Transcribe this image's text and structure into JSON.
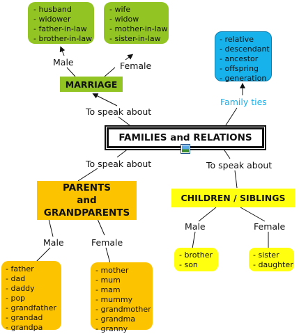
{
  "center_title": "FAMILIES and RELATIONS",
  "marriage": {
    "title": "MARRIAGE",
    "male_label": "Male",
    "female_label": "Female",
    "male_terms": [
      "husband",
      "widower",
      "father-in-law",
      "brother-in-law"
    ],
    "female_terms": [
      "wife",
      "widow",
      "mother-in-law",
      "sister-in-law"
    ]
  },
  "family_ties": {
    "label": "Family ties",
    "terms": [
      "relative",
      "descendant",
      "ancestor",
      "offspring",
      "generation"
    ]
  },
  "parents": {
    "title_line1": "PARENTS",
    "title_line2": "and",
    "title_line3": "GRANDPARENTS",
    "male_label": "Male",
    "female_label": "Female",
    "male_terms": [
      "father",
      "dad",
      "daddy",
      "pop",
      "grandfather",
      "grandad",
      "grandpa"
    ],
    "female_terms": [
      "mother",
      "mum",
      "mam",
      "mummy",
      "grandmother",
      "grandma",
      "granny"
    ]
  },
  "children": {
    "title": "CHILDREN / SIBLINGS",
    "male_label": "Male",
    "female_label": "Female",
    "male_terms": [
      "brother",
      "son"
    ],
    "female_terms": [
      "sister",
      "daughter"
    ]
  },
  "connector_labels": {
    "top": "To speak about",
    "left": "To speak about",
    "right": "To speak about"
  },
  "colors": {
    "marriage": "#92c424",
    "family_ties": "#17b2ec",
    "family_ties_text": "#17b2ec",
    "parents": "#fcc400",
    "children": "#ffff0f"
  }
}
